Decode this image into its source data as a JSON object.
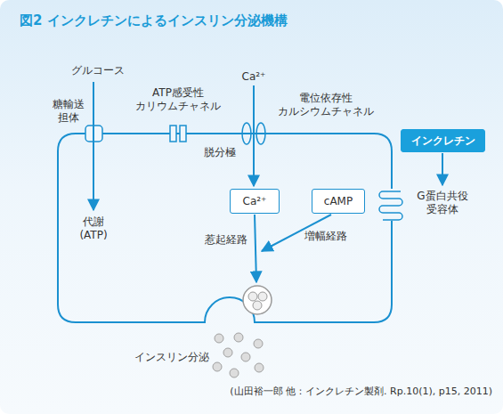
{
  "diagram": {
    "title": "図2 インクレチンによるインスリン分泌機構",
    "caption": "(山田裕一郎 他：インクレチン製剤. Rp.10(1), p15, 2011)",
    "nodes": [
      {
        "text": [
          "Ca²⁺"
        ]
      },
      {
        "text": [
          "cAMP"
        ]
      },
      {
        "text": [
          "インクレチン"
        ]
      }
    ],
    "labels": [
      "グルコース",
      "ATP感受性 カリウムチャネル",
      "Ca²⁺",
      "電位依存性 カルシウムチャネル",
      "糖輸送 担体",
      "脱分極",
      "代謝 (ATP)",
      "G蛋白共役 受容体",
      "惹起経路",
      "増幅経路",
      "インスリン分泌"
    ]
  }
}
